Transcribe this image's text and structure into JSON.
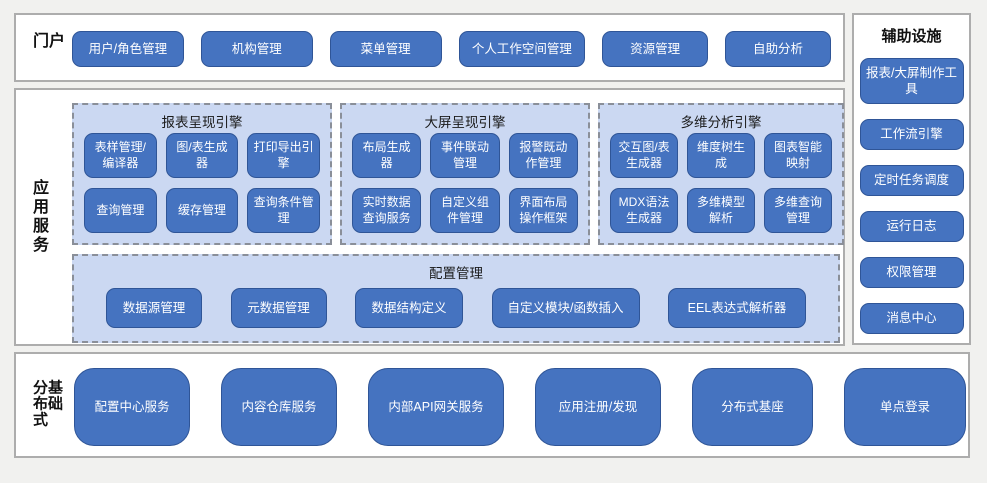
{
  "colors": {
    "background": "#F1F1EF",
    "section_fill": "#FFFFFF",
    "section_border": "#ADADAD",
    "node_fill": "#4573C0",
    "node_border": "#2F5597",
    "node_text": "#FFFFFF",
    "panel_fill": "#CBD8F2",
    "panel_dashed_border": "#8A8F99",
    "label_text": "#111111"
  },
  "portal": {
    "label": "门户",
    "items": [
      "用户/角色管理",
      "机构管理",
      "菜单管理",
      "个人工作空间管理",
      "资源管理",
      "自助分析"
    ]
  },
  "services": {
    "label": "应用服务",
    "groups": [
      {
        "title": "报表呈现引擎",
        "items": [
          "表样管理/编译器",
          "图/表生成器",
          "打印导出引擎",
          "查询管理",
          "缓存管理",
          "查询条件管理"
        ]
      },
      {
        "title": "大屏呈现引擎",
        "items": [
          "布局生成器",
          "事件联动管理",
          "报警既动作管理",
          "实时数据查询服务",
          "自定义组件管理",
          "界面布局操作框架"
        ]
      },
      {
        "title": "多维分析引擎",
        "items": [
          "交互图/表生成器",
          "维度树生成",
          "图表智能映射",
          "MDX语法生成器",
          "多维模型解析",
          "多维查询管理"
        ]
      }
    ],
    "config": {
      "title": "配置管理",
      "items": [
        "数据源管理",
        "元数据管理",
        "数据结构定义",
        "自定义模块/函数插入",
        "EEL表达式解析器"
      ]
    }
  },
  "auxiliary": {
    "label": "辅助设施",
    "items": [
      "报表/大屏制作工具",
      "工作流引擎",
      "定时任务调度",
      "运行日志",
      "权限管理",
      "消息中心"
    ]
  },
  "distributed": {
    "label": "分布式基础",
    "items": [
      "配置中心服务",
      "内容仓库服务",
      "内部API网关服务",
      "应用注册/发现",
      "分布式基座",
      "单点登录"
    ]
  }
}
